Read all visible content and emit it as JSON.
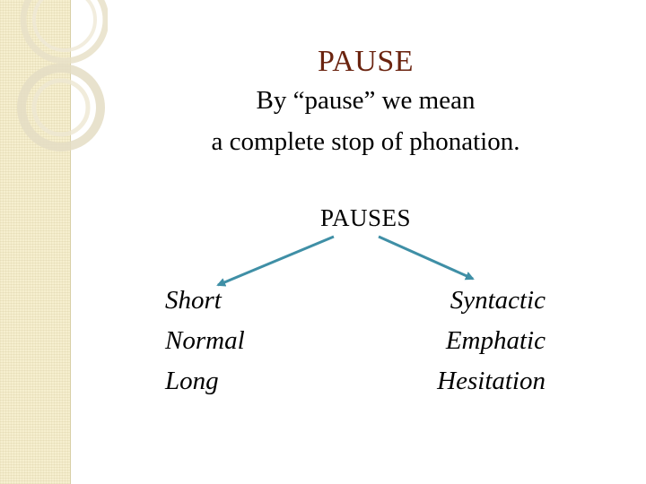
{
  "slide": {
    "title": "PAUSE",
    "definition": {
      "line1": "By “pause” we mean",
      "line2": "a complete stop of phonation."
    },
    "diagram": {
      "root_label": "PAUSES",
      "left_items": [
        "Short",
        "Normal",
        "Long"
      ],
      "right_items": [
        "Syntactic",
        "Emphatic",
        "Hesitation"
      ]
    },
    "colors": {
      "title": "#6b2410",
      "arrow": "#3f8fa6",
      "side_strip": "#f6efcf"
    }
  }
}
